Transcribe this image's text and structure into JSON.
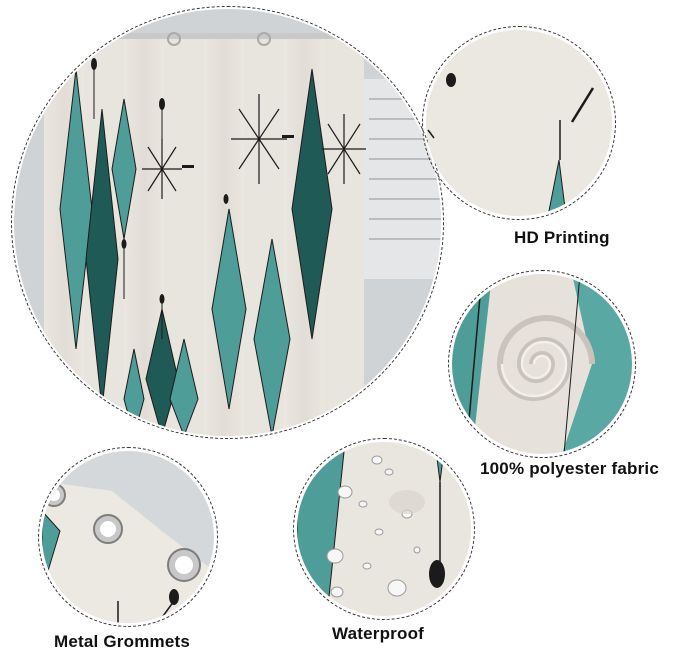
{
  "features": {
    "hd_printing": {
      "label": "HD Printing"
    },
    "polyester": {
      "label": "100% polyester fabric"
    },
    "waterproof": {
      "label": "Waterproof"
    },
    "grommets": {
      "label": "Metal Grommets"
    }
  },
  "colors": {
    "teal": "#4f9d99",
    "teal_dark": "#1f5a57",
    "fabric": "#e9e5df",
    "fabric_shadow": "#d6d1ca",
    "outline": "#333333",
    "label_text": "#111111"
  }
}
